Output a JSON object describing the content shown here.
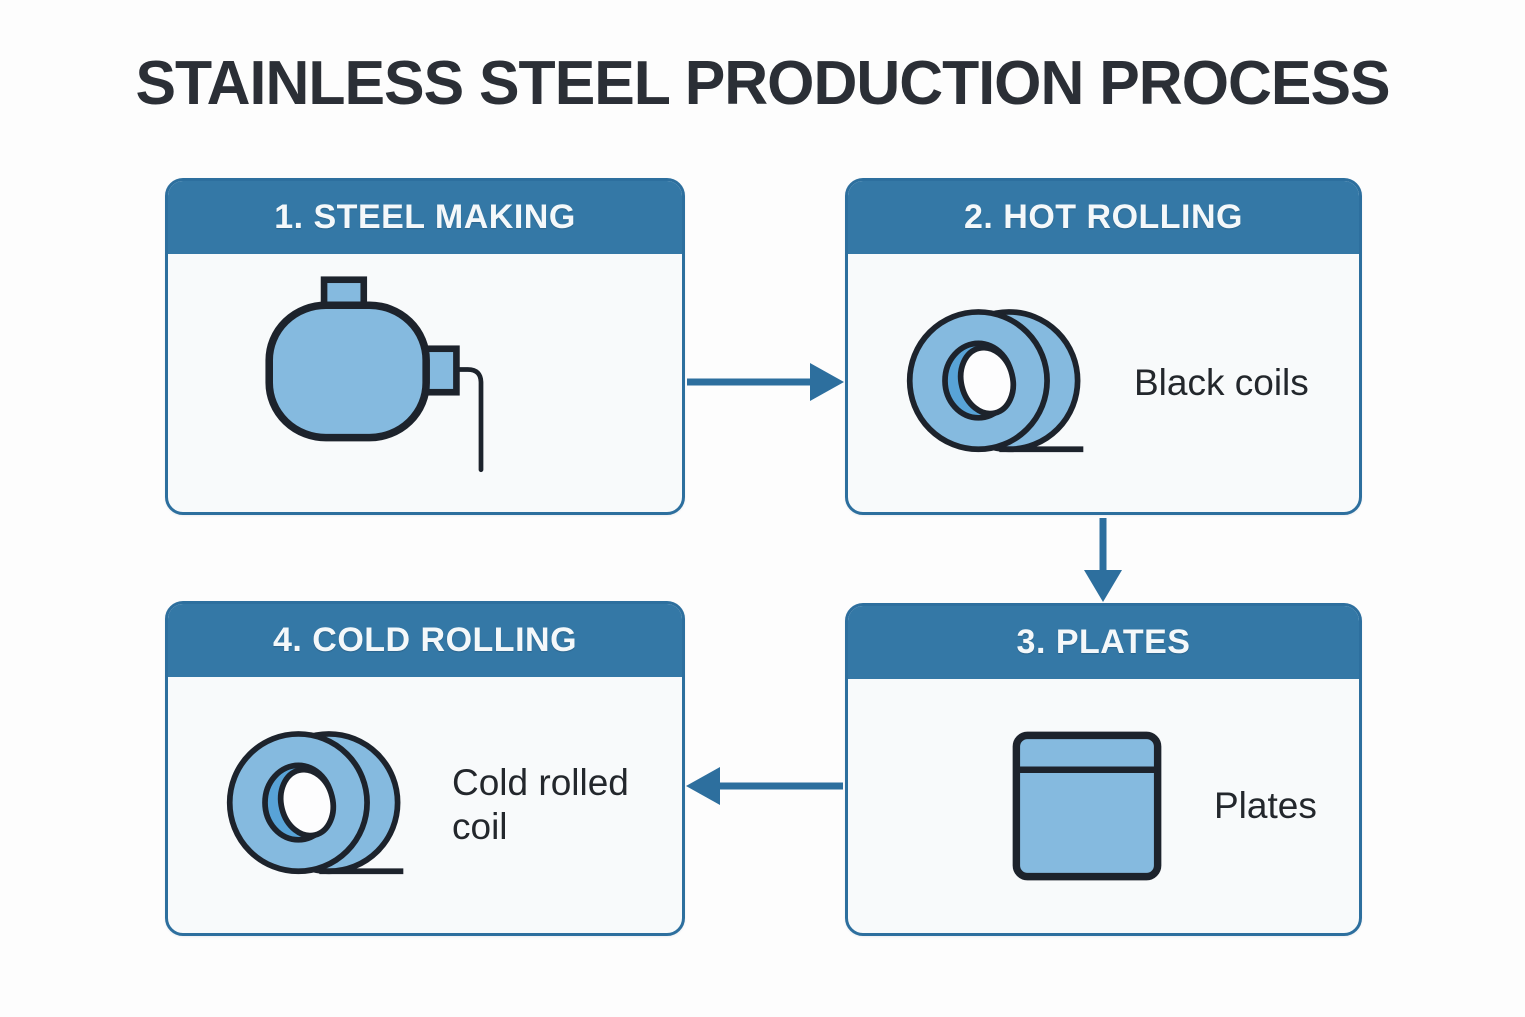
{
  "title": "STAINLESS STEEL PRODUCTION PROCESS",
  "steps": [
    {
      "header": "1. STEEL MAKING",
      "label": "",
      "icon": "furnace-icon"
    },
    {
      "header": "2. HOT ROLLING",
      "label": "Black coils",
      "icon": "coil-icon"
    },
    {
      "header": "3. PLATES",
      "label": "Plates",
      "icon": "plate-icon"
    },
    {
      "header": "4. COLD ROLLING",
      "label": "Cold rolled coil",
      "icon": "coil-icon"
    }
  ],
  "flow": [
    {
      "from": "1. STEEL MAKING",
      "to": "2. HOT ROLLING",
      "direction": "right"
    },
    {
      "from": "2. HOT ROLLING",
      "to": "3. PLATES",
      "direction": "down"
    },
    {
      "from": "3. PLATES",
      "to": "4. COLD ROLLING",
      "direction": "left"
    }
  ],
  "colors": {
    "header_blue": "#3478a6",
    "border_blue": "#2d6f9e",
    "arrow_blue": "#2d6f9e",
    "icon_fill": "#85badf",
    "icon_accent": "#58a3d7",
    "icon_outline": "#1d232c",
    "title_text": "#2b2f36",
    "header_text": "#f4f8fa",
    "box_background": "#f8fafb",
    "page_background": "#fdfdfd"
  }
}
